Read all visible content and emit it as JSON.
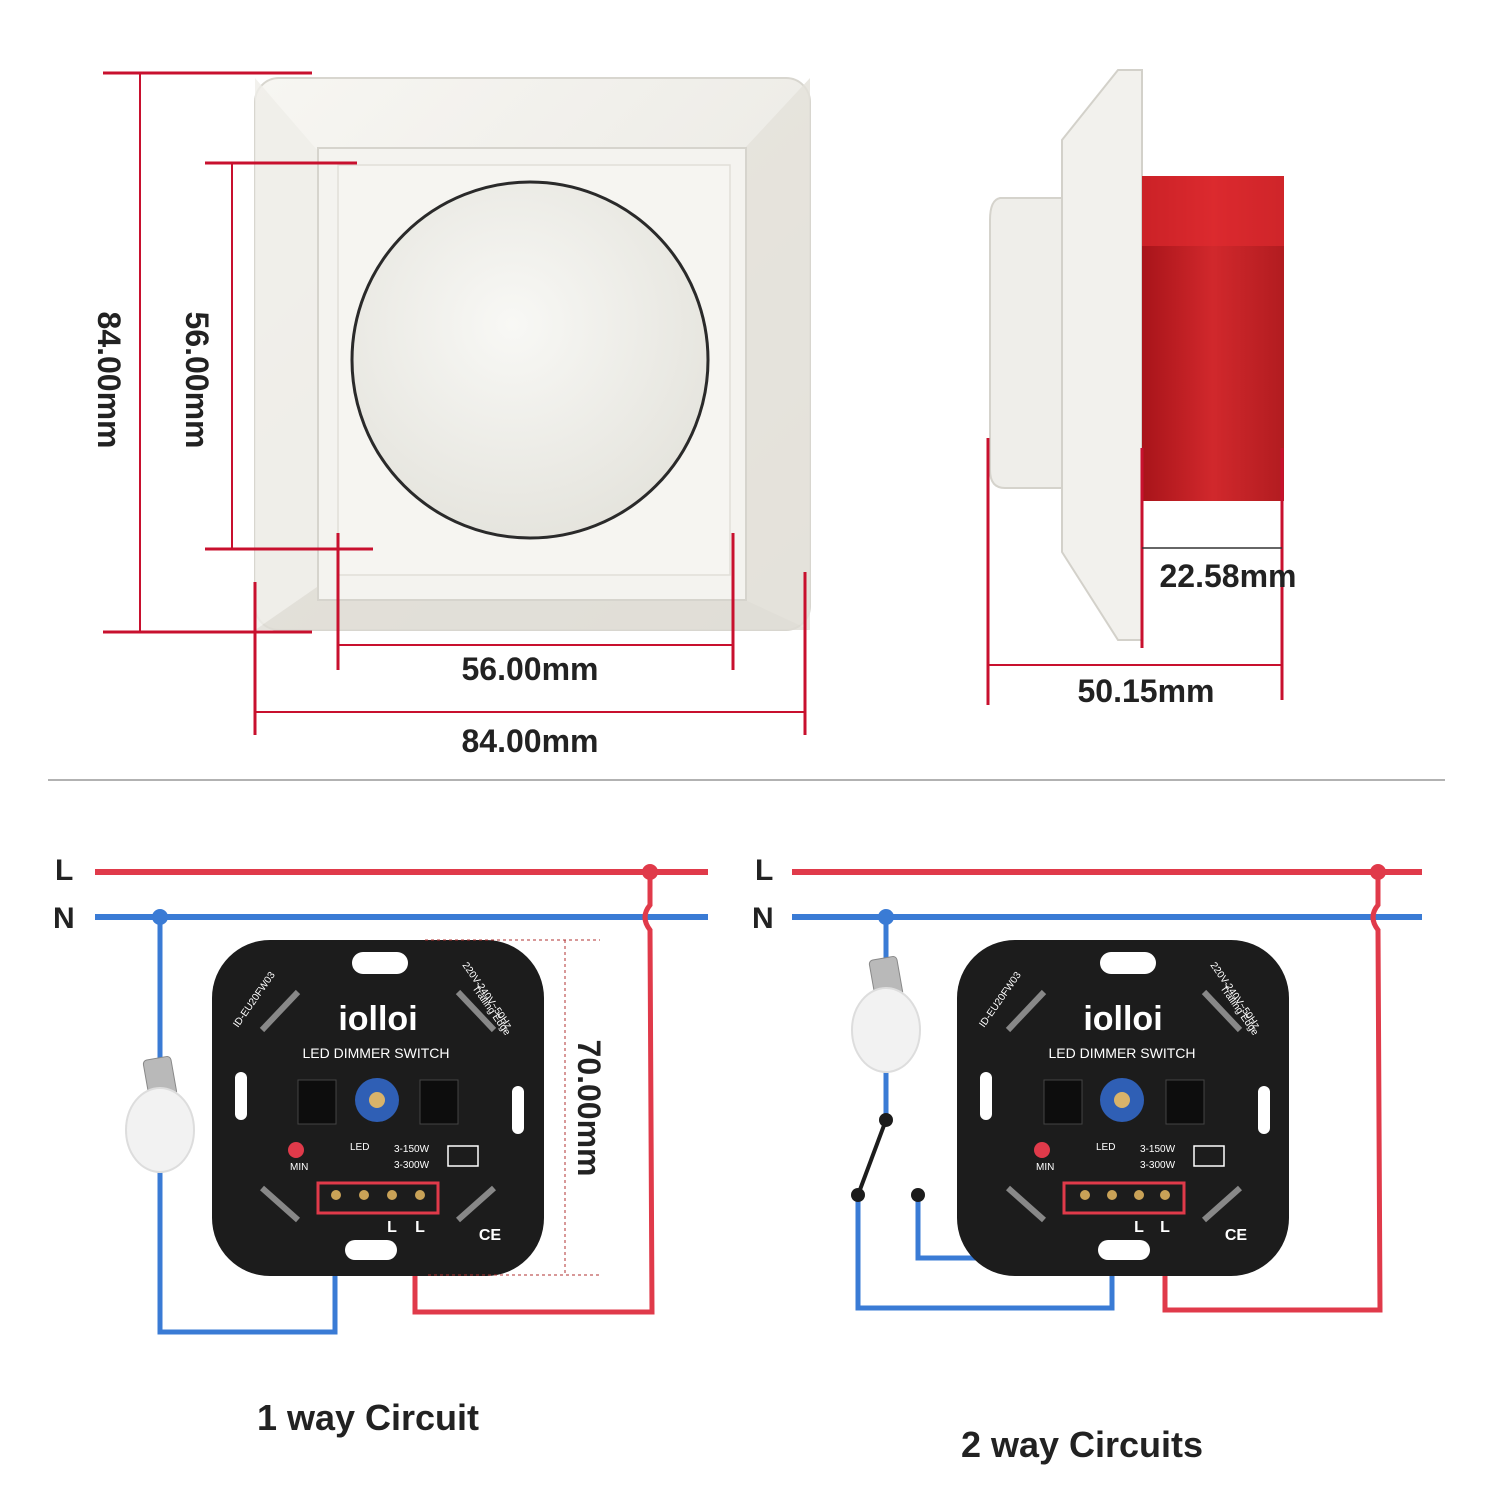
{
  "dimensions": {
    "outer_height": "84.00mm",
    "inner_height": "56.00mm",
    "inner_width": "56.00mm",
    "outer_width": "84.00mm",
    "depth_total": "50.15mm",
    "depth_box": "22.58mm",
    "module_height": "70.00mm"
  },
  "wires": {
    "live": "L",
    "neutral": "N"
  },
  "module": {
    "brand": "iolloi",
    "title": "LED DIMMER SWITCH",
    "model": "ID-EU20FW03",
    "rating": "220V-240V~50Hz",
    "edge": "Trailing Edge",
    "min_label": "MIN",
    "led_label": "LED",
    "power_led": "3-150W",
    "power_incandescent": "3-300W",
    "terminal_l": "L",
    "ce_mark": "CE"
  },
  "captions": {
    "one_way": "1 way Circuit",
    "two_way": "2 way Circuits"
  },
  "colors": {
    "live": "#e03a4a",
    "neutral": "#3a7bd5",
    "dimension": "#c8102e",
    "module": "#1c1c1c",
    "box": "#c41e24"
  }
}
